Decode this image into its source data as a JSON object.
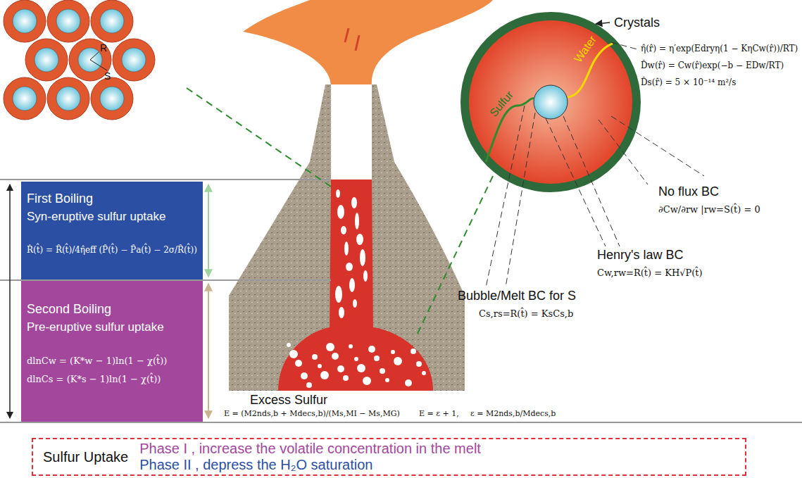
{
  "diagram": {
    "nodes": [
      {
        "text": [
          "First Boiling",
          "Syn-eruptive sulfur uptake",
          "Ṙ(t̂) = R̂(t̂)/4η̂eff (P̂(t̂) − P̂a(t̂) − 2σ/R̂(t̂))"
        ]
      },
      {
        "text": [
          "Second Boiling",
          "Pre-eruptive sulfur uptake",
          "dlnCw = (K*w − 1)ln(1 − χ(t̂))",
          "dlnCs = (K*s − 1)ln(1 − χ(t̂))"
        ]
      },
      {
        "text": [
          "Sulfur Uptake",
          "Phase I , increase the volatile concentration in the melt",
          "Phase II , depress the H₂O saturation"
        ]
      }
    ],
    "labels": [
      "R",
      "S",
      "Crystals",
      "Sulfur",
      "Water",
      "η̂(r̂) = η′exp(Edryη(1 − KηCw(r̂))/RT)",
      "D̂w(r̂) = Cw(r̂)exp(−b − EDw/RT)",
      "D̂s(r̂) = 5 × 10⁻¹⁴ m²/s",
      "No flux BC",
      "∂Cw/∂rw |rw=S(t̂) = 0",
      "Henry's law BC",
      "Cw,rw=R(t̂) = KH√P(t̂)",
      "Bubble/Melt BC for S",
      "Cs,rs=R(t̂) = KsCs,b",
      "Excess Sulfur",
      "E = (M2nds,b + Mdecs,b)/(Ms,MI − Ms,MG)",
      "E = ε + 1,",
      "ε = M2nds,b/Mdecs,b"
    ]
  }
}
